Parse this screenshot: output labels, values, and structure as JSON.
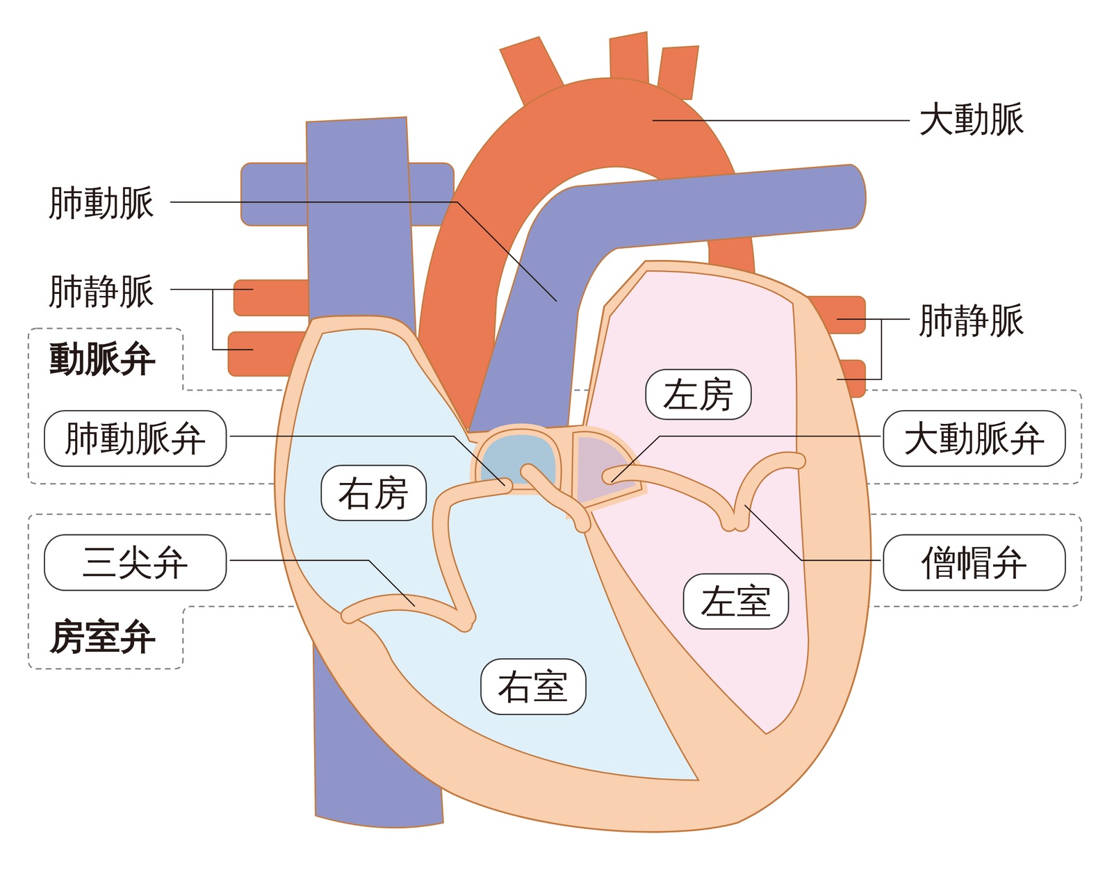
{
  "diagram": {
    "nodes": [
      {
        "text": [
          "動脈弁"
        ]
      },
      {
        "text": [
          "肺動脈弁"
        ],
        "in": 0
      },
      {
        "text": [
          "大動脈弁"
        ],
        "in": 0
      },
      {
        "text": [
          "左房"
        ]
      },
      {
        "text": [
          "右房"
        ]
      },
      {
        "text": [
          "房室弁"
        ]
      },
      {
        "text": [
          "三尖弁"
        ],
        "in": 5
      },
      {
        "text": [
          "僧帽弁"
        ],
        "in": 5
      },
      {
        "text": [
          "左室"
        ]
      },
      {
        "text": [
          "右室"
        ]
      }
    ],
    "labels": [
      "大動脈",
      "肺動脈",
      "肺静脈",
      "肺静脈"
    ]
  }
}
